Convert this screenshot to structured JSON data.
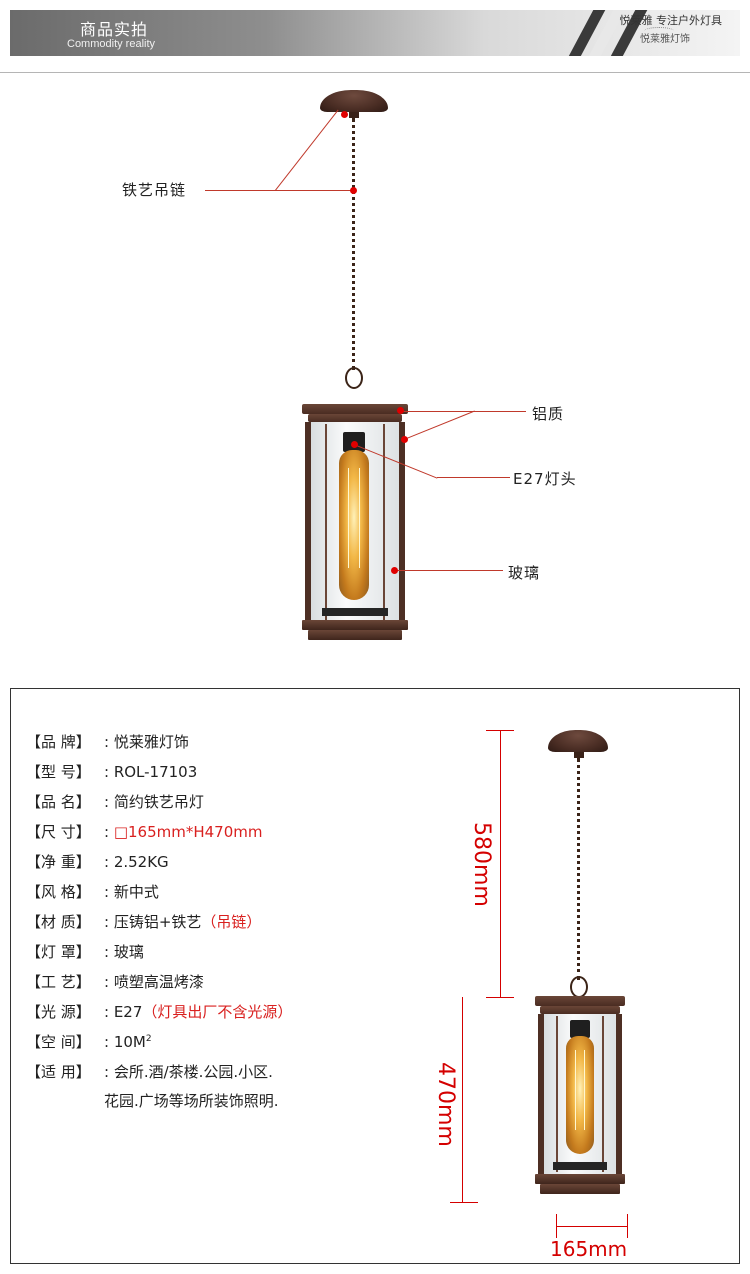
{
  "header": {
    "title": "商品实拍",
    "subtitle": "Commodity reality",
    "slogan": "悦莱雅  专注户外灯具",
    "logo": "悦莱雅灯饰"
  },
  "callouts": {
    "chain": "铁艺吊链",
    "material": "铝质",
    "socket": "E27灯头",
    "glass": "玻璃"
  },
  "specs": [
    {
      "key": "【品  牌】",
      "value": ": 悦莱雅灯饰",
      "note": ""
    },
    {
      "key": "【型  号】",
      "value": ": ROL-17103",
      "note": ""
    },
    {
      "key": "【品  名】",
      "value": ": 简约铁艺吊灯",
      "note": ""
    },
    {
      "key": "【尺  寸】",
      "value": ": ",
      "note": "□165mm*H470mm"
    },
    {
      "key": "【净  重】",
      "value": ": 2.52KG",
      "note": ""
    },
    {
      "key": "【风  格】",
      "value": ": 新中式",
      "note": ""
    },
    {
      "key": "【材  质】",
      "value": ": 压铸铝+铁艺",
      "note": "（吊链）"
    },
    {
      "key": "【灯  罩】",
      "value": ": 玻璃",
      "note": ""
    },
    {
      "key": "【工  艺】",
      "value": ": 喷塑高温烤漆",
      "note": ""
    },
    {
      "key": "【光  源】",
      "value": ": E27",
      "note": "（灯具出厂不含光源）"
    },
    {
      "key": "【空  间】",
      "value": ": 10M",
      "note": ""
    },
    {
      "key": "【适  用】",
      "value": ": 会所.酒/茶楼.公园.小区.",
      "note": ""
    }
  ],
  "space_sup": "2",
  "spec_continuation": "花园.广场等场所装饰照明.",
  "dimensions": {
    "chain_length": "580mm",
    "body_height": "470mm",
    "width": "165mm"
  },
  "colors": {
    "accent_red": "#d40000",
    "lamp_bronze": "#4d2f24"
  }
}
